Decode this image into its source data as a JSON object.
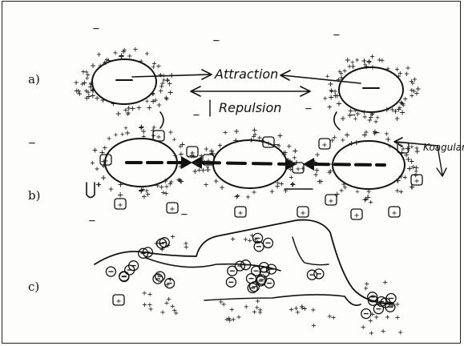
{
  "diagram": {
    "rows": [
      {
        "id": "a",
        "label": "a)"
      },
      {
        "id": "b",
        "label": "b)"
      },
      {
        "id": "c",
        "label": "c)"
      }
    ],
    "annotations": {
      "attraction": "Attraction",
      "repulsion": "Repulsion",
      "koagulant": "Koagulan"
    },
    "symbols": {
      "plus": "+",
      "minus": "−",
      "positive_ion": "+",
      "negative_ion": "⊖"
    },
    "colors": {
      "ink": "#111111",
      "paper": "#fdfdfb"
    }
  }
}
